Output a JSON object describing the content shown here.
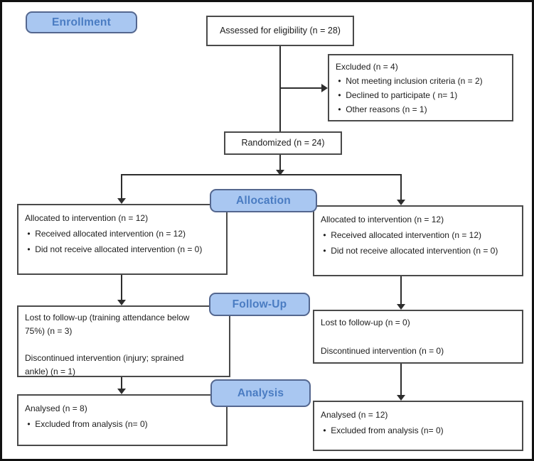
{
  "theme": {
    "label-fill": "#a9c7f1",
    "label-border": "#54678f",
    "label-text": "#4a7cc2",
    "line-color": "#2e2e2e",
    "box-border": "#4a4a4a",
    "text-color": "#1c1c1c",
    "bg": "#ffffff",
    "frame": "#111111"
  },
  "stages": {
    "enrollment": "Enrollment",
    "allocation": "Allocation",
    "followup": "Follow-Up",
    "analysis": "Analysis"
  },
  "boxes": {
    "assessed": "Assessed for eligibility (n = 28)",
    "excluded": [
      "Excluded (n = 4)",
      " •  Not meeting inclusion criteria (n = 2)",
      " •  Declined to participate ( n= 1)",
      " •  Other reasons (n = 1)"
    ],
    "randomized": "Randomized (n = 24)",
    "alloc_left": [
      "Allocated to intervention (n = 12)",
      " •  Received allocated intervention (n = 12)",
      " •  Did not receive allocated intervention (n = 0)"
    ],
    "alloc_right": [
      "Allocated to intervention (n = 12)",
      " •  Received allocated intervention (n = 12)",
      " •  Did not receive allocated intervention (n = 0)"
    ],
    "followup_left": [
      "Lost to follow-up (training attendance below",
      "75%) (n = 3)",
      "",
      "Discontinued intervention (injury; sprained",
      "ankle) (n = 1)"
    ],
    "followup_right": [
      "Lost to follow-up (n = 0)",
      "",
      "Discontinued intervention (n = 0)"
    ],
    "analysis_left": [
      "Analysed (n = 8)",
      " •  Excluded from analysis (n= 0)"
    ],
    "analysis_right": [
      "Analysed (n = 12)",
      " •  Excluded from analysis (n= 0)"
    ]
  }
}
